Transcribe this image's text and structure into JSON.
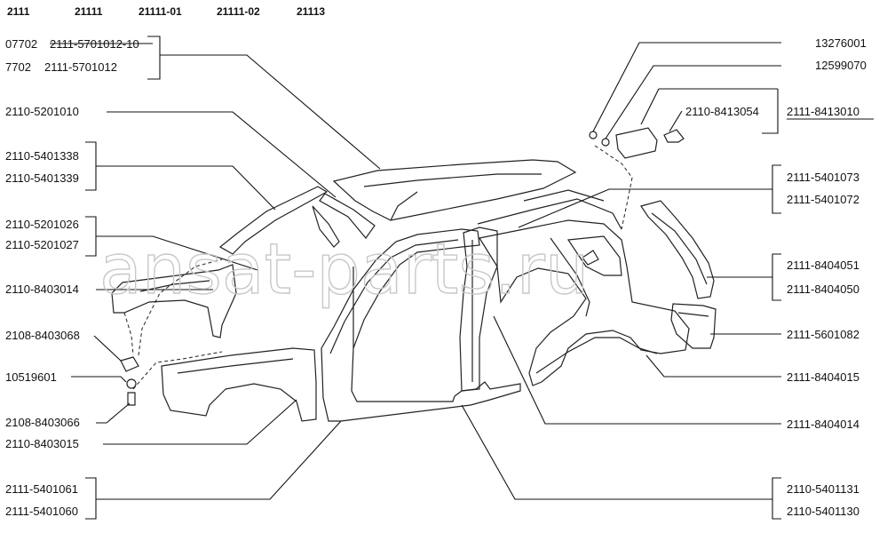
{
  "models": [
    "2111",
    "21111",
    "21111-01",
    "21111-02",
    "21113"
  ],
  "watermark": "ansat-parts.ru",
  "labels_left": {
    "roof_old_a": "07702",
    "roof_old_b": "2111-5701012-10",
    "roof_new_a": "7702",
    "roof_new_b": "2111-5701012",
    "p5201010": "2110-5201010",
    "p5401338": "2110-5401338",
    "p5401339": "2110-5401339",
    "p5201026": "2110-5201026",
    "p5201027": "2110-5201027",
    "p8403014": "2110-8403014",
    "p8403068": "2108-8403068",
    "p10519601": "10519601",
    "p8403066": "2108-8403066",
    "p8403015": "2110-8403015",
    "p5401061": "2111-5401061",
    "p5401060": "2111-5401060"
  },
  "labels_right": {
    "p13276001": "13276001",
    "p12599070": "12599070",
    "p8413054": "2110-8413054",
    "p8413010": "2111-8413010",
    "p5401073": "2111-5401073",
    "p5401072": "2111-5401072",
    "p8404051": "2111-8404051",
    "p8404050": "2111-8404050",
    "p5601082": "2111-5601082",
    "p8404015": "2111-8404015",
    "p8404014": "2111-8404014",
    "p5401131": "2110-5401131",
    "p5401130": "2110-5401130"
  }
}
